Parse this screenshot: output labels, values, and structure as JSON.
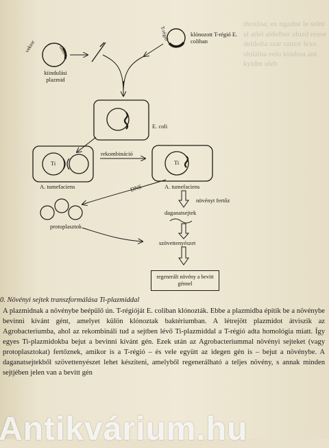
{
  "ghost_text": "rhoxloa; ex ngadne le selnl al atlel aldelhor aluzd reuse deldolta szar ratuor lexo slnlalna eelo kindrea ant kyidnt uleb",
  "figure": {
    "vector_label": "vektor",
    "donor_label": "donor",
    "start_plasmid_label": "kiindulási plazmid",
    "t_region_label": "T-régió",
    "cloned_label": "klónozott T-régió E. coliban",
    "ecoli_label": "E. coli",
    "ti_left": "Ti",
    "ti_right": "Ti",
    "recombination_label": "rekombináció",
    "atumefaciens_left": "A. tumefaciens",
    "atumefaciens_right": "A. tumefaciens",
    "dns_label": "DNS",
    "infects_label": "növényt fertőz",
    "tumor_cells_label": "daganatsejtek",
    "protoplasts_label": "protoplasztok",
    "tissue_culture_label": "szövettenyészet",
    "result_label": "regenerált növény a bevitt génnel"
  },
  "caption": "0. Növényi sejtek transzformálása Ti-plazmiddal",
  "paragraphs": [
    "A plazmidnak a növénybe beépülő ún. T-régióját E. coliban klónozták. Ebbe a plazmidba építik be a növénybe bevinni kívánt gént, amelyet külön klónoztak baktériumban. A létrejött plazmidot átviszik az Agrobacteriumba, ahol az rekombináli tud a sejtben lévő Ti-plazmiddal a T-régió adta homológia miatt. Így egyes Ti-plazmidokba bejut a bevinni kívánt gén. Ezek után az Agrobacteriummal növényi sejteket (vagy protoplasztokat) fertőznek, amikor is a T-régió – és vele együtt az idegen gén is – bejut a növénybe. A daganatsejtekből szövettenyészet lehet készíteni, amelyből regenerálható a teljes növény, s annak minden sejtjében jelen van a bevitt gén"
  ],
  "watermark": "Antikvárium.hu"
}
